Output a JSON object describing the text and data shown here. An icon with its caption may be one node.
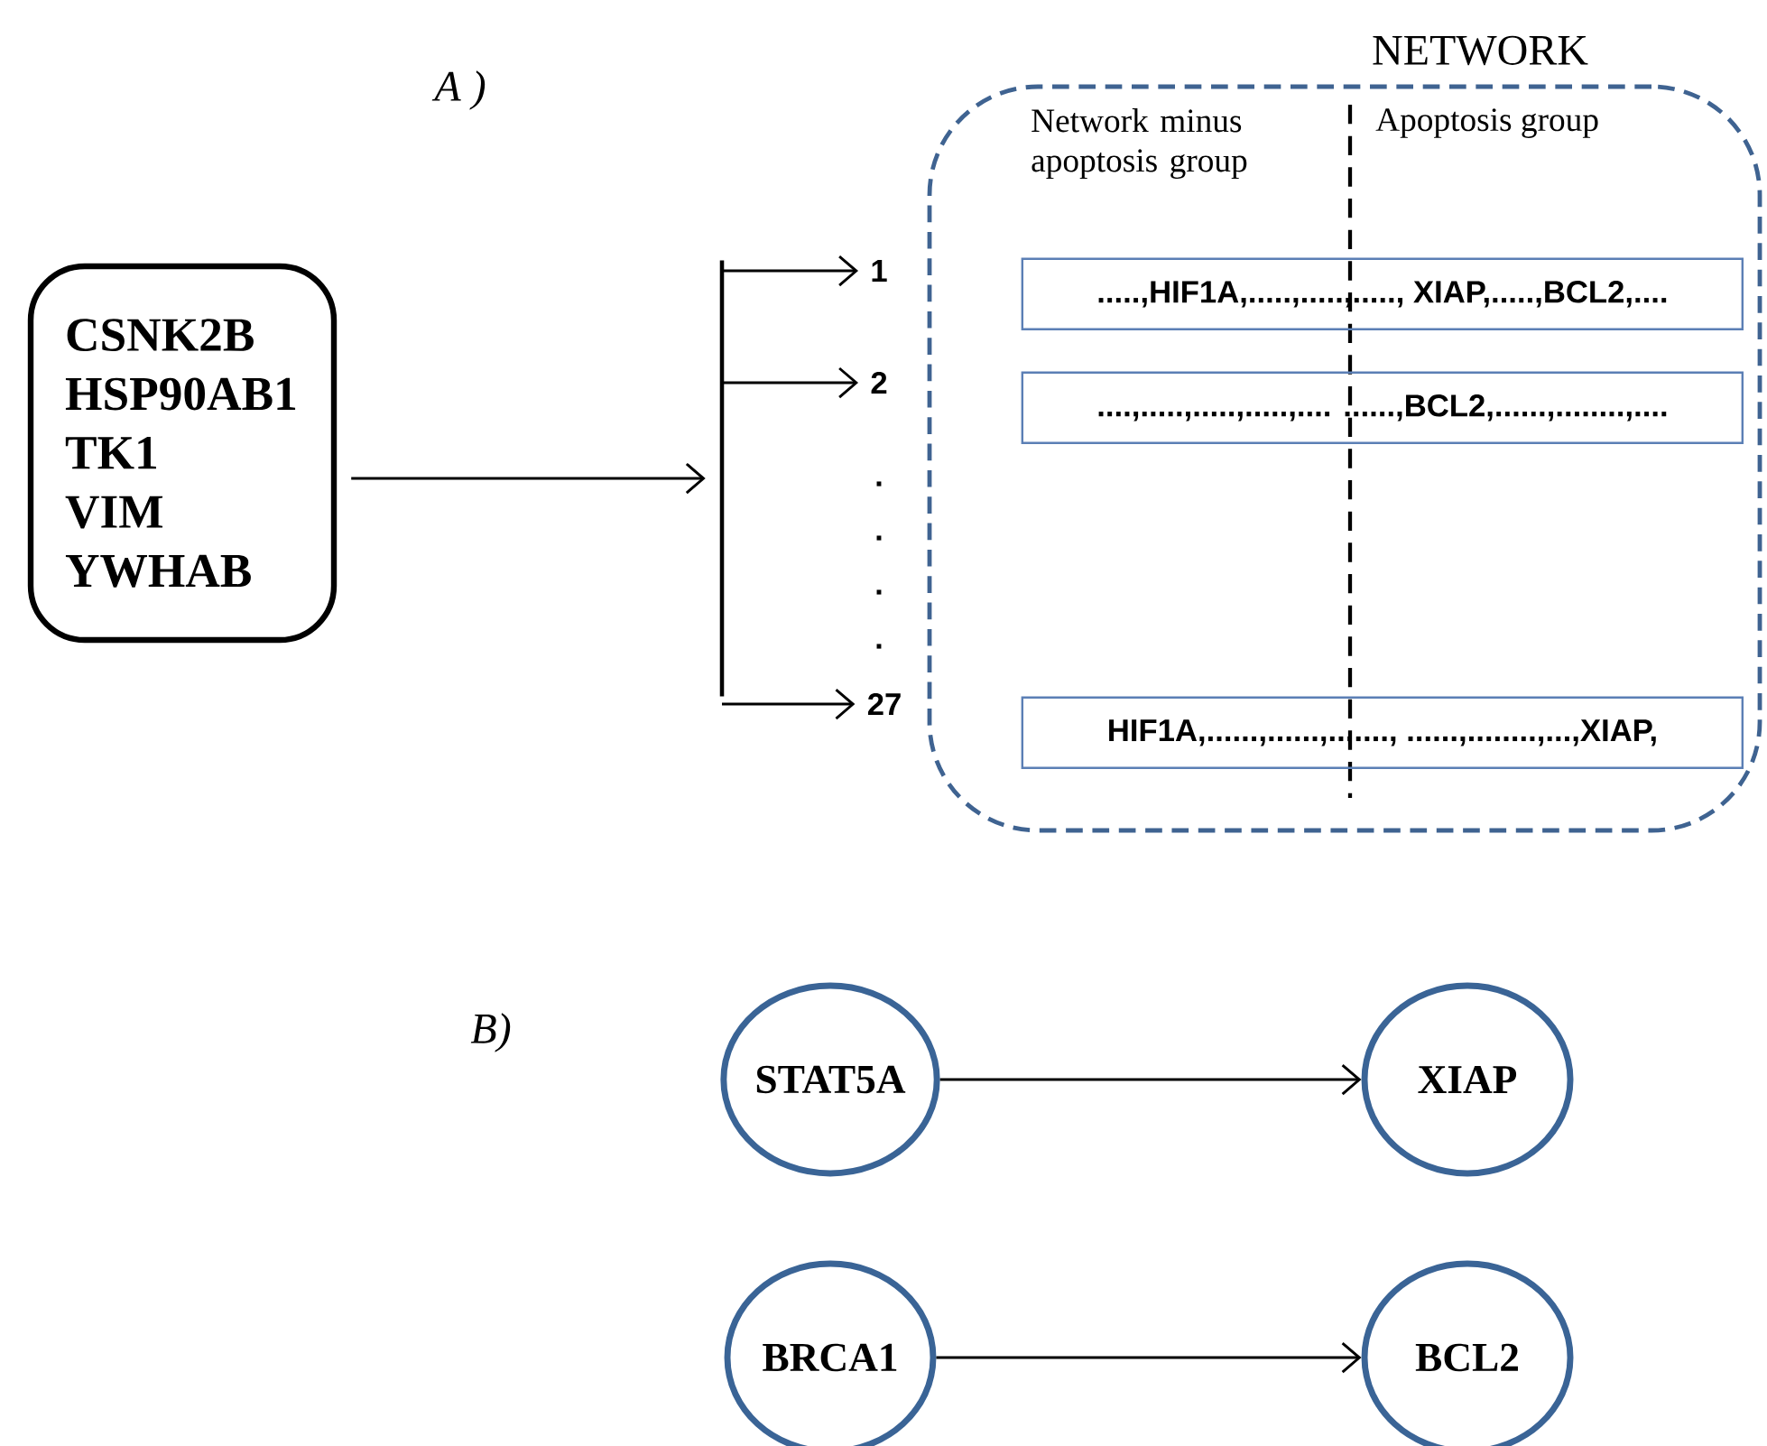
{
  "diagram": {
    "nodes": [
      {
        "text": [
          "CSNK2B",
          "HSP90AB1",
          "TK1",
          "VIM",
          "YWHAB"
        ]
      },
      {
        "text": [
          "NETWORK",
          "Network minus apoptosis group",
          "Apoptosis group"
        ]
      },
      {
        "text": [
          ".....,HIF1A,.....,.....,....., XIAP,.....,BCL2,...."
        ],
        "in": 1
      },
      {
        "text": [
          "....,.....,.....,.....,.... ......,BCL2,......,........,...."
        ],
        "in": 1
      },
      {
        "text": [
          "HIF1A,......,......,......., ......,........,...,XIAP,"
        ],
        "in": 1
      },
      {
        "text": [],
        "shape": "bar"
      },
      {
        "text": [
          "1"
        ]
      },
      {
        "text": [
          "2"
        ]
      },
      {
        "text": [
          "27"
        ]
      },
      {
        "text": [
          "STAT5A"
        ]
      },
      {
        "text": [
          "XIAP"
        ]
      },
      {
        "text": [
          "BRCA1"
        ]
      },
      {
        "text": [
          "BCL2"
        ]
      }
    ],
    "edges": [
      {
        "from": 0,
        "to": 5,
        "arrow": "to"
      },
      {
        "from": 5,
        "to": 6,
        "arrow": "to"
      },
      {
        "from": 5,
        "to": 7,
        "arrow": "to"
      },
      {
        "from": 5,
        "to": 8,
        "arrow": "to"
      },
      {
        "from": 9,
        "to": 10,
        "arrow": "to"
      },
      {
        "from": 11,
        "to": 12,
        "arrow": "to"
      }
    ],
    "labels": [
      "A )",
      "B)",
      ".",
      ".",
      ".",
      "."
    ]
  }
}
